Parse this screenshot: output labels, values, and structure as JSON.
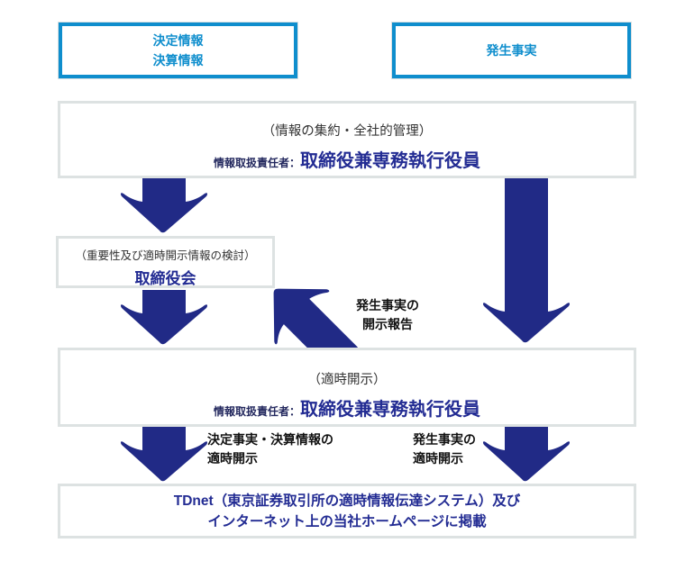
{
  "colors": {
    "accent_blue": "#0f8ecd",
    "arrow_navy": "#212a86",
    "text_navy": "#232c93",
    "box_border_gray": "#dde2e2",
    "subtitle_gray": "#333333",
    "label_black": "#111111"
  },
  "boxes": {
    "decision": {
      "lines": [
        "決定情報",
        "決算情報"
      ]
    },
    "occurrence": {
      "label": "発生事実"
    },
    "aggregation": {
      "subtitle": "（情報の集約・全社的管理）",
      "role_label": "情報取扱責任者：",
      "role_value": "取締役兼専務執行役員"
    },
    "board": {
      "subtitle": "（重要性及び適時開示情報の検討）",
      "title": "取締役会"
    },
    "disclosure": {
      "subtitle": "（適時開示）",
      "role_label": "情報取扱責任者：",
      "role_value": "取締役兼専務執行役員"
    },
    "publication": {
      "lines": [
        "TDnet（東京証券取引所の適時情報伝達システム）及び",
        "インターネット上の当社ホームページに掲載"
      ]
    }
  },
  "arrow_labels": {
    "report": {
      "lines": [
        "発生事実の",
        "開示報告"
      ]
    },
    "timely_left": {
      "lines": [
        "決定事実・決算情報の",
        "適時開示"
      ]
    },
    "timely_right": {
      "lines": [
        "発生事実の",
        "適時開示"
      ]
    }
  }
}
